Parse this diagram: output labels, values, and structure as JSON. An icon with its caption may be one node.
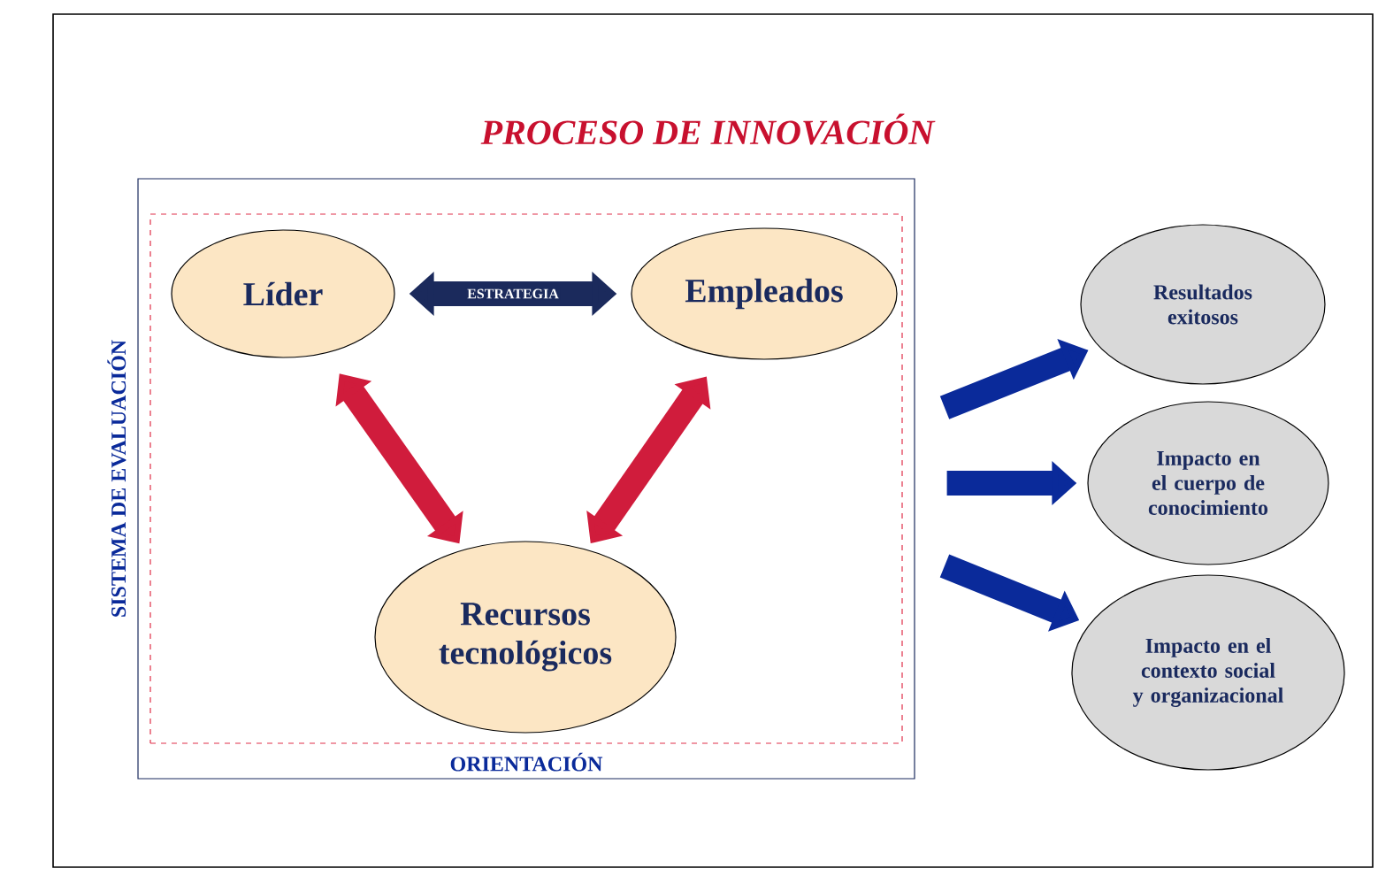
{
  "diagram": {
    "title": "PROCESO DE INNOVACIÓN",
    "nodes": [
      {
        "text": [
          "ORIENTACIÓN"
        ],
        "beside": [
          "SISTEMA DE EVALUACIÓN"
        ]
      },
      {
        "text": [],
        "shape": "box",
        "in": 0
      },
      {
        "text": [
          "Líder"
        ],
        "in": 1
      },
      {
        "text": [
          "Empleados"
        ],
        "in": 1
      },
      {
        "text": [
          "Recursos tecnológicos"
        ],
        "in": 1
      },
      {
        "text": [
          "Resultados exitosos"
        ]
      },
      {
        "text": [
          "Impacto en el cuerpo de conocimiento"
        ]
      },
      {
        "text": [
          "Impacto en el contexto social y organizacional"
        ]
      }
    ],
    "edges": [
      {
        "from": 2,
        "to": 3,
        "arrow": "both",
        "label": "ESTRATEGIA",
        "color": "#1b2a5c"
      },
      {
        "from": 2,
        "to": 4,
        "arrow": "both",
        "color": "#d01c3c"
      },
      {
        "from": 3,
        "to": 4,
        "arrow": "both",
        "color": "#d01c3c"
      },
      {
        "from": 0,
        "to": 5,
        "arrow": "to",
        "color": "#0a2a9a"
      },
      {
        "from": 0,
        "to": 6,
        "arrow": "to",
        "color": "#0a2a9a"
      },
      {
        "from": 0,
        "to": 7,
        "arrow": "to",
        "color": "#0a2a9a"
      }
    ]
  }
}
